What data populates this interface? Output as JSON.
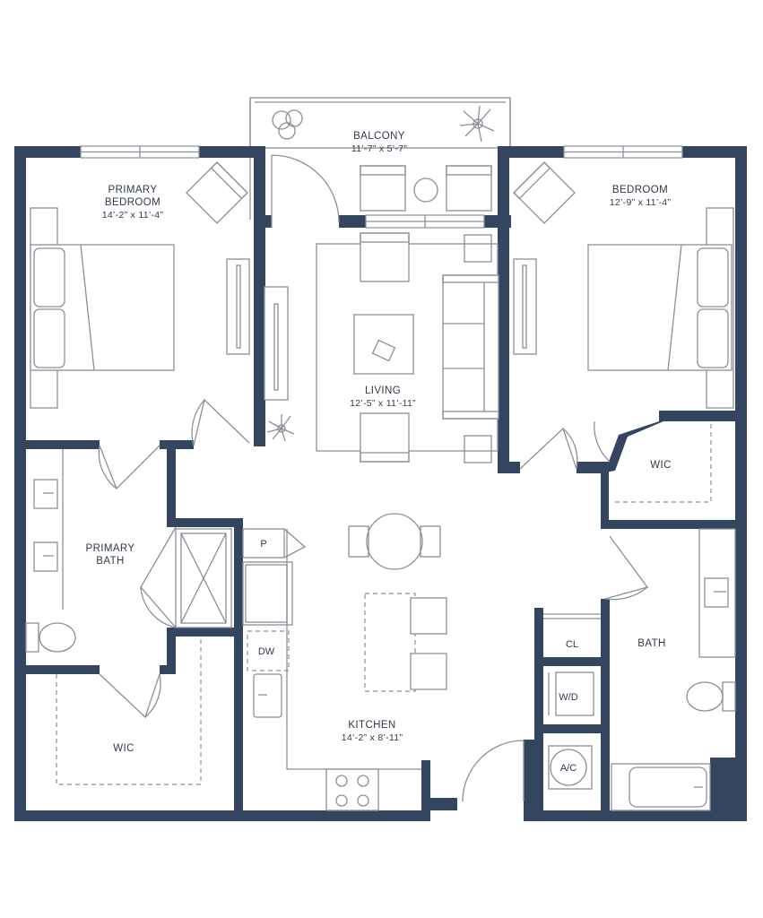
{
  "rooms": {
    "balcony": {
      "name": "BALCONY",
      "dims": "11’-7” x 5’-7”"
    },
    "primary_bedroom": {
      "name_line1": "PRIMARY",
      "name_line2": "BEDROOM",
      "dims": "14’-2” x 11’-4”"
    },
    "bedroom": {
      "name": "BEDROOM",
      "dims": "12’-9” x 11’-4”"
    },
    "living": {
      "name": "LIVING",
      "dims": "12’-5” x 11’-11”"
    },
    "kitchen": {
      "name": "KITCHEN",
      "dims": "14’-2” x 8’-11”"
    },
    "primary_bath": {
      "name_line1": "PRIMARY",
      "name_line2": "BATH"
    },
    "bath": {
      "name": "BATH"
    },
    "wic_left": {
      "name": "WIC"
    },
    "wic_right": {
      "name": "WIC"
    }
  },
  "fixtures": {
    "pantry": "P",
    "dishwasher": "DW",
    "closet": "CL",
    "washer_dryer": "W/D",
    "ac": "A/C"
  },
  "colors": {
    "wall": "#34465f",
    "line": "#8a8f98",
    "background": "#ffffff"
  }
}
